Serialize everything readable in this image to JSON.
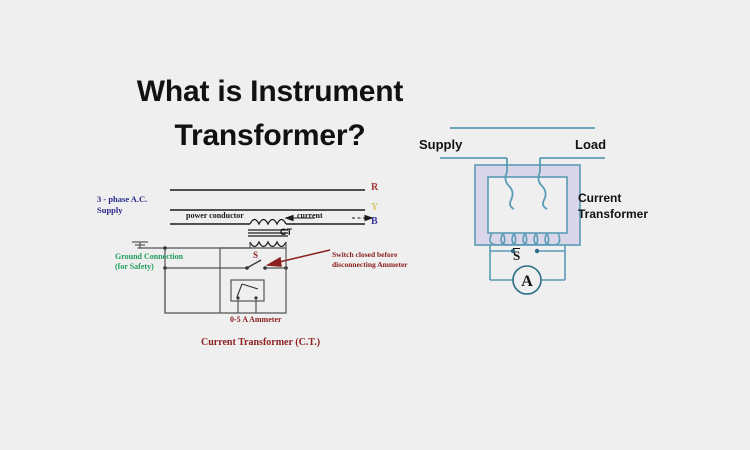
{
  "page": {
    "background_color": "#efefef",
    "title_line1": "What is Instrument",
    "title_line2": "Transformer?",
    "title_color": "#111111"
  },
  "left_diagram": {
    "caption": "Current Transformer (C.T.)",
    "caption_color": "#8c2020",
    "supply_label_line1": "3 - phase A.C.",
    "supply_label_line2": "Supply",
    "supply_label_color": "#2a2a8c",
    "power_conductor_label": "power conductor",
    "current_label": "current",
    "ct_label": "CT",
    "phases": [
      {
        "name": "R",
        "color": "#a63a3a"
      },
      {
        "name": "Y",
        "color": "#d8c86a"
      },
      {
        "name": "B",
        "color": "#3a3a9c"
      }
    ],
    "ground_label_line1": "Ground Connection",
    "ground_label_line2": "(for Safety)",
    "ground_label_color": "#1f9c5a",
    "switch_label": "S",
    "switch_note_line1": "Switch closed before",
    "switch_note_line2": "disconnecting Ammeter",
    "switch_note_color": "#8c2020",
    "ammeter_label": "0-5 A Ammeter"
  },
  "right_diagram": {
    "supply_label": "Supply",
    "load_label": "Load",
    "title_line1": "Current",
    "title_line2": "Transformer",
    "secondary_switch_label": "S",
    "ammeter_symbol": "A",
    "wire_color": "#5b9bb5",
    "core_fill": "#d8d6e8"
  }
}
